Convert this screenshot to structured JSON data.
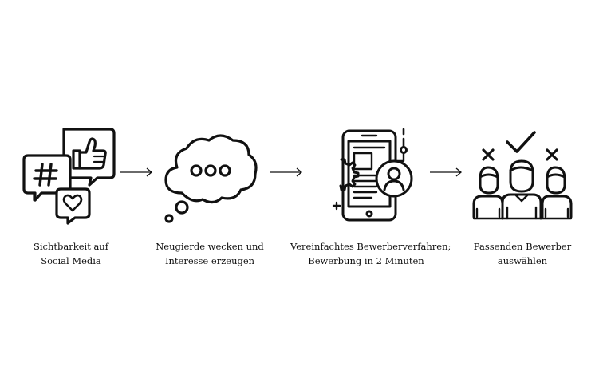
{
  "steps": [
    {
      "icon": "social-media-icon",
      "caption_line1": "Sichtbarkeit auf",
      "caption_line2": "Social Media"
    },
    {
      "icon": "thought-bubble-icon",
      "caption_line1": "Neugierde wecken und",
      "caption_line2": "Interesse erzeugen"
    },
    {
      "icon": "mobile-application-icon",
      "caption_line1": "Vereinfachtes Bewerberverfahren;",
      "caption_line2": "Bewerbung in 2 Minuten"
    },
    {
      "icon": "candidate-selection-icon",
      "caption_line1": "Passenden Bewerber",
      "caption_line2": "auswählen"
    }
  ],
  "colors": {
    "stroke": "#111111",
    "background": "#ffffff"
  }
}
